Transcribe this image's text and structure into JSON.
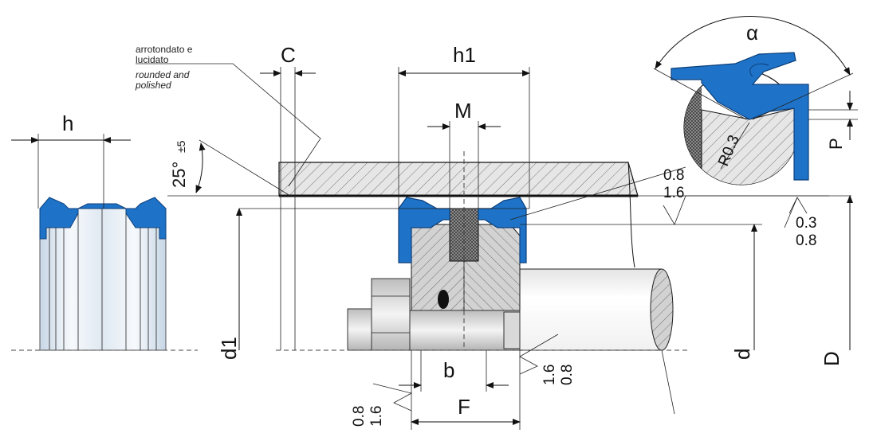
{
  "labels": {
    "h": "h",
    "C": "C",
    "h1": "h1",
    "M": "M",
    "alpha": "α",
    "P": "P",
    "radius": "R0.3",
    "angle": "25°",
    "angle_tol": "±5",
    "d1": "d1",
    "d": "d",
    "D": "D",
    "b": "b",
    "F": "F"
  },
  "note": {
    "it_line1": "arrotondato e",
    "it_line2": "lucidato",
    "en_line1": "rounded and",
    "en_line2": "polished"
  },
  "roughness": {
    "rod_a": "0.8",
    "rod_b": "1.6",
    "bore_a": "0.3",
    "bore_b": "0.8",
    "groove_a": "1.6",
    "groove_b": "0.8",
    "bottom_a": "0.8",
    "bottom_b": "1.6"
  },
  "colors": {
    "seal": "#1e73c8",
    "metal": "#c9c9c9",
    "hatch": "#6e6e6e"
  }
}
